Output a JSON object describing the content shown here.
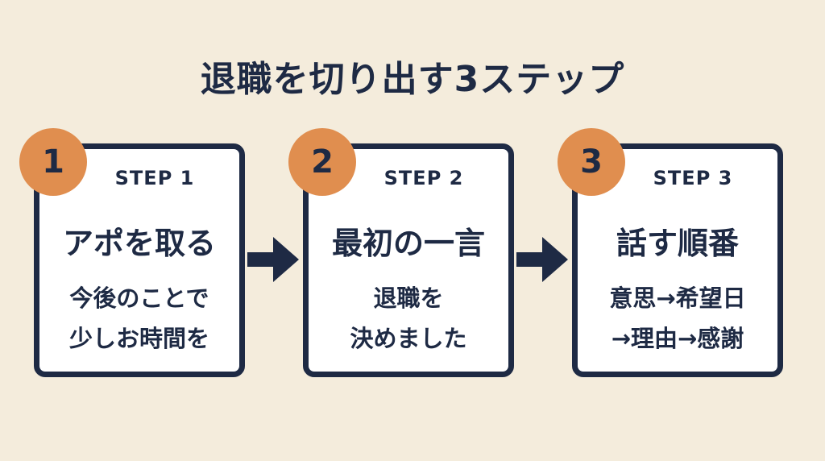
{
  "title": "退職を切り出す3ステップ",
  "steps": [
    {
      "number": "1",
      "step_label": "STEP 1",
      "heading": "アポを取る",
      "lines": [
        "今後のことで",
        "少しお時間を"
      ]
    },
    {
      "number": "2",
      "step_label": "STEP 2",
      "heading": "最初の一言",
      "lines": [
        "退職を",
        "決めました"
      ]
    },
    {
      "number": "3",
      "step_label": "STEP 3",
      "heading": "話す順番",
      "lines": [
        "意思→希望日",
        "→理由→感謝"
      ]
    }
  ],
  "colors": {
    "background": "#f4ecdc",
    "navy": "#1e2a44",
    "badge": "#e08e4f",
    "card": "#ffffff"
  },
  "icons": [
    "right-arrow-icon"
  ]
}
